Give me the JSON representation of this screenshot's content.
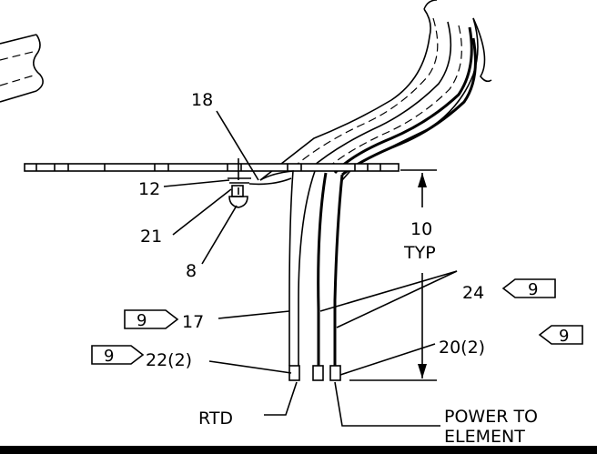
{
  "callouts": {
    "c18": "18",
    "c12": "12",
    "c21": "21",
    "c8": "8",
    "c10": "10",
    "typ": "TYP",
    "c24": "24",
    "c17": "17",
    "c22": "22(2)",
    "c20": "20(2)",
    "rtd": "RTD",
    "power_line1": "POWER TO",
    "power_line2": "ELEMENT"
  },
  "flags": {
    "f24": "9",
    "f17": "9",
    "f22": "9",
    "f20": "9"
  }
}
